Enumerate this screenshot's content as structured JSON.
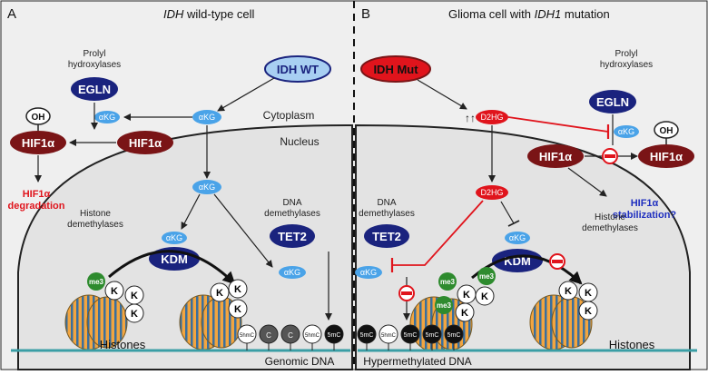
{
  "panels": {
    "a": {
      "letter": "A",
      "title_italic": "IDH",
      "title_rest": " wild-type cell",
      "idh": "IDH WT",
      "akg": "αKG",
      "prolyl": [
        "Prolyl",
        "hydroxylases"
      ],
      "egln": "EGLN",
      "oh": "OH",
      "hif": "HIF1α",
      "degradation": [
        "HIF1α",
        "degradation"
      ],
      "cytoplasm": "Cytoplasm",
      "nucleus": "Nucleus",
      "dna_demethylases": [
        "DNA",
        "demethylases"
      ],
      "tet2": "TET2",
      "histone_demethylases": [
        "Histone",
        "demethylases"
      ],
      "kdm": "KDM",
      "me3": "me3",
      "k": "K",
      "histones": "Histones",
      "genomic_dna": "Genomic DNA",
      "marks": [
        "5hmC",
        "C",
        "C",
        "5hmC",
        "5mC"
      ]
    },
    "b": {
      "letter": "B",
      "title_rest": "Glioma cell with ",
      "title_italic": "IDH1",
      "title_end": " mutation",
      "idh": "IDH Mut",
      "arrows": "↑↑",
      "d2hg": "D2HG",
      "akg": "αKG",
      "prolyl": [
        "Prolyl",
        "hydroxylases"
      ],
      "egln": "EGLN",
      "oh": "OH",
      "hif": "HIF1α",
      "stabilization": [
        "HIF1α",
        "stabilization?"
      ],
      "dna_demethylases": [
        "DNA",
        "demethylases"
      ],
      "tet2": "TET2",
      "histone_demethylases": [
        "Histone",
        "demethylases"
      ],
      "kdm": "KDM",
      "me3": "me3",
      "k": "K",
      "histones": "Histones",
      "hypermethylated_dna": "Hypermethylated DNA",
      "marks": [
        "5mC",
        "5hmC",
        "5mC",
        "5mC",
        "5mC"
      ]
    }
  },
  "colors": {
    "navy": "#1a237e",
    "akg_blue": "#4aa3e8",
    "idh_wt_fill": "#a8cff2",
    "dark_red": "#7a1416",
    "bright_red": "#e0141c",
    "degradation_red": "#e0141c",
    "stabilization_blue": "#1f2fbf",
    "nucleus_fill": "#e6e6e6",
    "cell_fill": "#efefef",
    "me3_green": "#2e8b2e",
    "dna_teal": "#3a9ea5",
    "nucleosome_orange": "#f2a540"
  }
}
